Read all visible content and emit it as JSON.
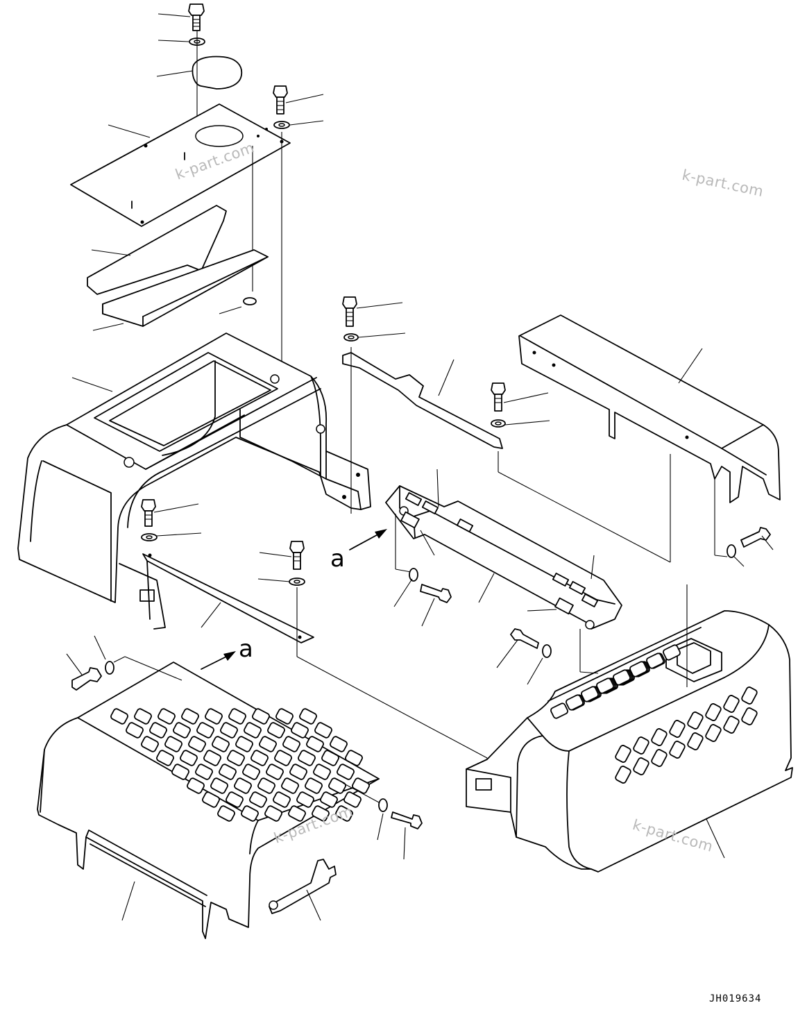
{
  "drawing_number": "JH019634",
  "view_labels": {
    "upper": "a",
    "lower": "a"
  },
  "watermarks": [
    "k-part.com",
    "k-part.com",
    "k-part.com",
    "k-part.com"
  ],
  "colors": {
    "line": "#000000",
    "watermark": "#b9b9b9",
    "background": "#ffffff"
  }
}
